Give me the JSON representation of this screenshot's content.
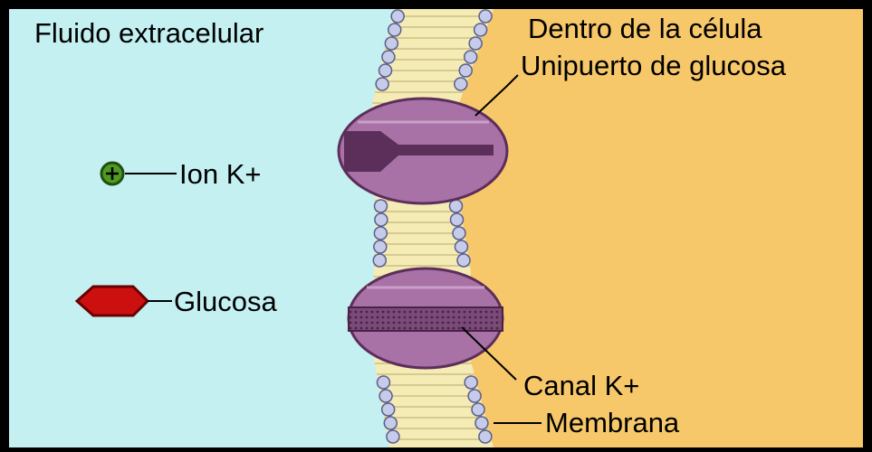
{
  "regions": {
    "outside_label": "Fluido extracelular",
    "inside_label": "Dentro de la célula"
  },
  "labels": {
    "glucose_uniport": "Unipuerto de glucosa",
    "k_ion": "Ion K+",
    "glucose": "Glucosa",
    "k_channel": "Canal K+",
    "membrane": "Membrana"
  },
  "colors": {
    "outside": "#c4f0f2",
    "inside": "#f7c86a",
    "membrane_core": "#f5ebb5",
    "lipid_head": "#c6cbea",
    "protein": "#a872a6",
    "protein_dark": "#5c2e5a",
    "ion": "#4e9a22",
    "glucose": "#cc0f0f"
  }
}
